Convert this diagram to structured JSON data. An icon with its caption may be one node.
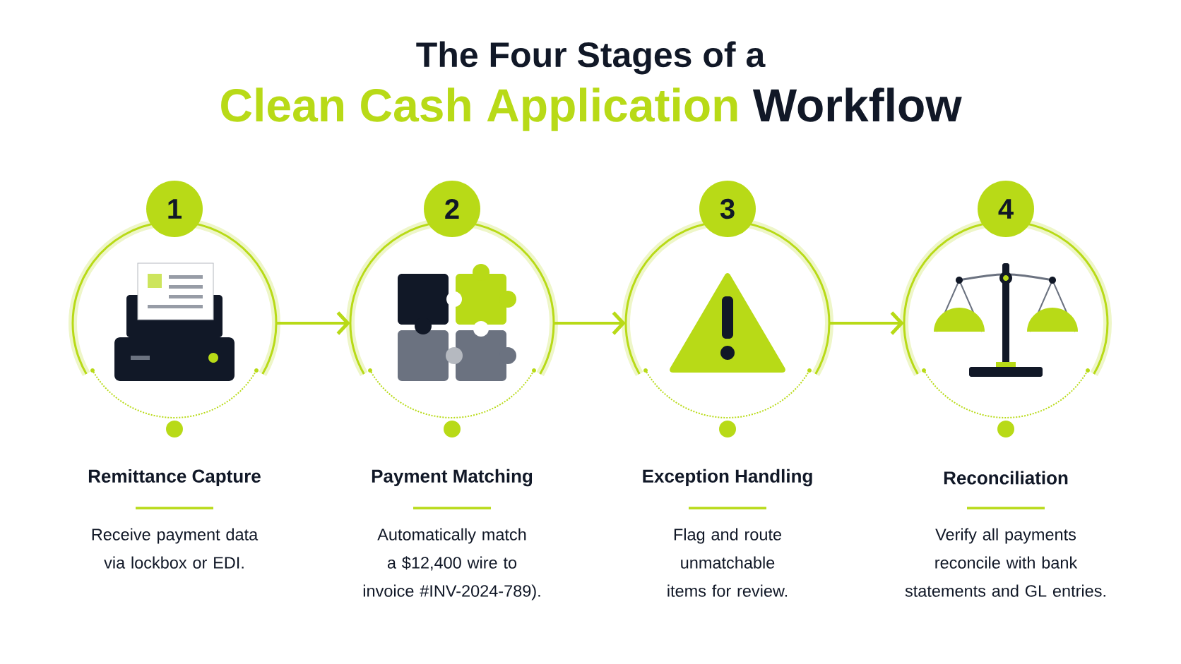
{
  "diagram": {
    "title": "The Four Stages of a",
    "nodes": [
      {
        "text": [
          "1",
          "Remittance Capture",
          "Receive payment data via lockbox or EDI."
        ]
      },
      {
        "text": [
          "2",
          "Payment Matching",
          "Automatically match a $12,400 wire to invoice #INV-2024-789)."
        ]
      },
      {
        "text": [
          "3",
          "Exception Handling",
          "Flag and route unmatchable items for review."
        ]
      },
      {
        "text": [
          "4",
          "Reconciliation",
          "Verify all payments reconcile with bank statements and GL entries."
        ]
      }
    ],
    "edges": [
      {
        "from": 0,
        "to": 1,
        "arrow": "to"
      },
      {
        "from": 1,
        "to": 2,
        "arrow": "to"
      },
      {
        "from": 2,
        "to": 3,
        "arrow": "to"
      }
    ],
    "labels": [
      "Clean Cash Application",
      "Workflow"
    ]
  }
}
